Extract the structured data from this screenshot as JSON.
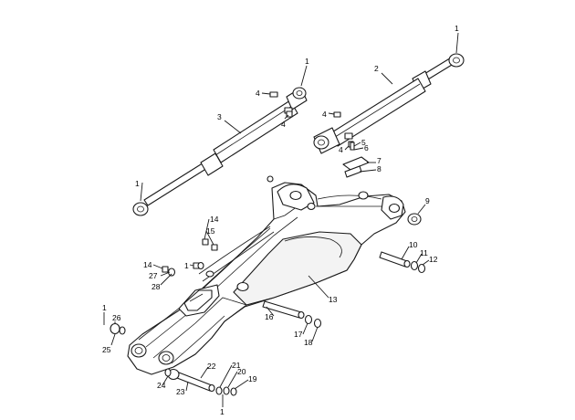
{
  "diagram": {
    "style": {
      "line_color": "#1a1a1a",
      "background": "#ffffff"
    },
    "callouts": [
      {
        "id": "c1a",
        "label": "1"
      },
      {
        "id": "c1b",
        "label": "1"
      },
      {
        "id": "c1c",
        "label": "1"
      },
      {
        "id": "c1d",
        "label": "1"
      },
      {
        "id": "c1e",
        "label": "1"
      },
      {
        "id": "c1f",
        "label": "1"
      },
      {
        "id": "c2",
        "label": "2"
      },
      {
        "id": "c3",
        "label": "3"
      },
      {
        "id": "c4a",
        "label": "4"
      },
      {
        "id": "c4b",
        "label": "4"
      },
      {
        "id": "c4c",
        "label": "4"
      },
      {
        "id": "c4d",
        "label": "4"
      },
      {
        "id": "c5",
        "label": "5"
      },
      {
        "id": "c6",
        "label": "6"
      },
      {
        "id": "c7",
        "label": "7"
      },
      {
        "id": "c8",
        "label": "8"
      },
      {
        "id": "c9",
        "label": "9"
      },
      {
        "id": "c10",
        "label": "10"
      },
      {
        "id": "c11",
        "label": "11"
      },
      {
        "id": "c12",
        "label": "12"
      },
      {
        "id": "c13",
        "label": "13"
      },
      {
        "id": "c14a",
        "label": "14"
      },
      {
        "id": "c14b",
        "label": "14"
      },
      {
        "id": "c15",
        "label": "15"
      },
      {
        "id": "c16",
        "label": "16"
      },
      {
        "id": "c17",
        "label": "17"
      },
      {
        "id": "c18",
        "label": "18"
      },
      {
        "id": "c19",
        "label": "19"
      },
      {
        "id": "c20",
        "label": "20"
      },
      {
        "id": "c21",
        "label": "21"
      },
      {
        "id": "c22",
        "label": "22"
      },
      {
        "id": "c23",
        "label": "23"
      },
      {
        "id": "c24",
        "label": "24"
      },
      {
        "id": "c25",
        "label": "25"
      },
      {
        "id": "c26",
        "label": "26"
      },
      {
        "id": "c27",
        "label": "27"
      },
      {
        "id": "c28",
        "label": "28"
      }
    ]
  }
}
